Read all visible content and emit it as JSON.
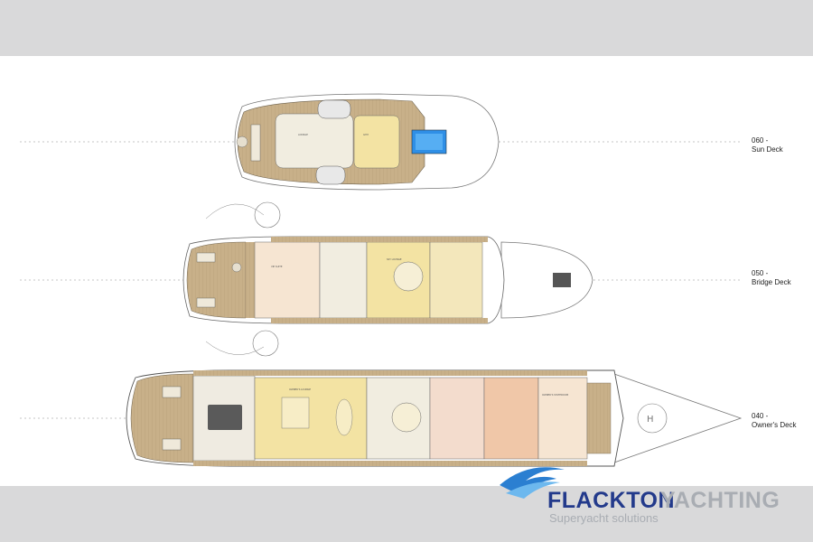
{
  "decks": [
    {
      "id": "sun",
      "number": "060 -",
      "name": "Sun Deck"
    },
    {
      "id": "bridge",
      "number": "050 -",
      "name": "Bridge Deck"
    },
    {
      "id": "owners",
      "number": "040 -",
      "name": "Owner's Deck"
    }
  ],
  "brand": {
    "word1": "FLACKTON",
    "word2": "YACHTING",
    "tagline": "Superyacht solutions"
  },
  "colors": {
    "band": "#d9d9da",
    "brand_blue": "#233a8b",
    "brand_grey": "#a9adb3",
    "teak": "#c8b089",
    "interior": "#f2eedb",
    "lounge": "#f3e3a3",
    "cabin": "#f0c7a8",
    "pool": "#2f8fe6"
  }
}
